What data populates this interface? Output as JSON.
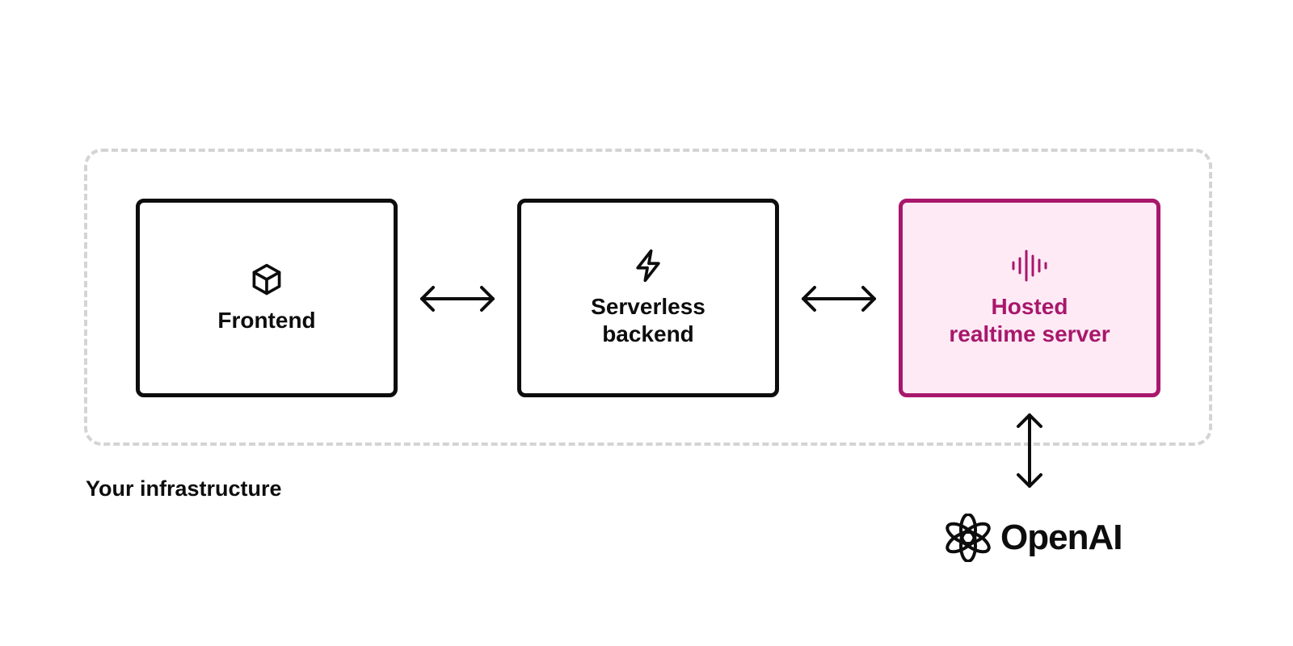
{
  "diagram": {
    "nodes": [
      {
        "id": "frontend",
        "icon": "cube-icon",
        "lines": [
          "Frontend"
        ]
      },
      {
        "id": "backend",
        "icon": "lightning-bolt-icon",
        "lines": [
          "Serverless",
          "backend"
        ]
      },
      {
        "id": "realtime",
        "icon": "audio-waveform-icon",
        "lines": [
          "Hosted",
          "realtime server"
        ]
      }
    ],
    "edges": [
      {
        "from": "frontend",
        "to": "backend",
        "type": "bidirectional"
      },
      {
        "from": "backend",
        "to": "realtime",
        "type": "bidirectional"
      },
      {
        "from": "realtime",
        "to": "openai",
        "type": "bidirectional"
      }
    ],
    "group_label": "Your infrastructure",
    "external": {
      "id": "openai",
      "icon": "openai-knot-icon",
      "name": "OpenAI"
    }
  },
  "colors": {
    "accent": "#a8176b",
    "accent_bg": "#fdeaf5",
    "stroke": "#0d0d0d",
    "dashed_border": "#d4d4d4"
  }
}
